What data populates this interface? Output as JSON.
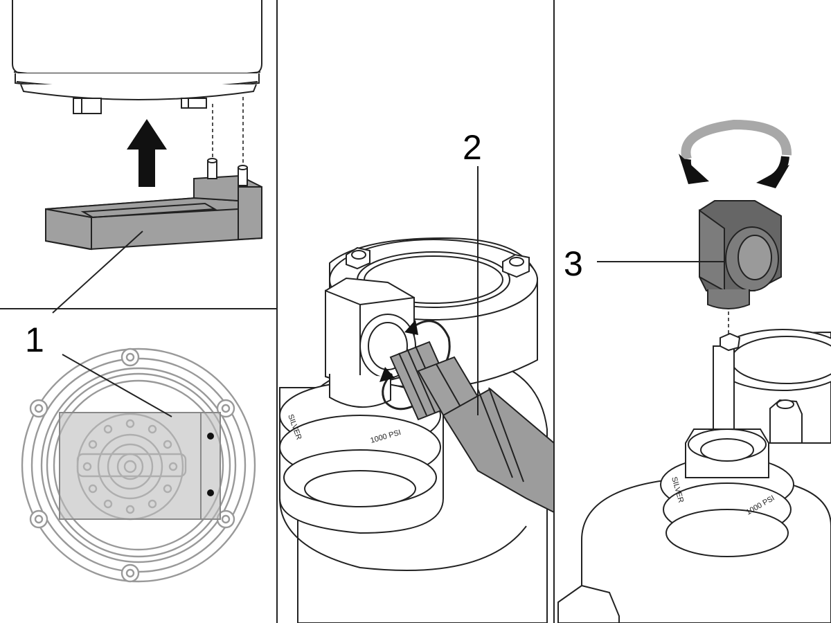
{
  "figure": {
    "callouts": [
      {
        "label": "1"
      },
      {
        "label": "2"
      },
      {
        "label": "3"
      }
    ],
    "gauge_text": "SILVER",
    "gauge_pressure_text": "1000 PSI",
    "colors": {
      "part_fill": "#a0a0a0",
      "dark_part_fill": "#7c7c7c",
      "hose_fill": "#9c9c9c",
      "line": "#222222",
      "background": "#ffffff"
    },
    "icons": [
      "up-arrow-icon",
      "rotate-counterclockwise-icon",
      "rotate-arrow-icon"
    ]
  }
}
